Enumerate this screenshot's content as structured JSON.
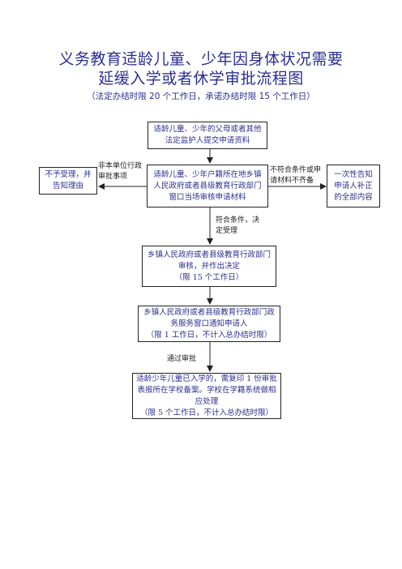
{
  "title": {
    "line1": "义务教育适龄儿童、少年因身体状况需要",
    "line2": "延缓入学或者休学审批流程图"
  },
  "subtitle": "（法定办结时限 20 个工作日，承诺办结时限 15 个工作日）",
  "boxes": {
    "apply": "适龄儿童、少年的父母或者其他法定监护人提交申请资料",
    "window_review": "适龄儿童、少年户籍所在地乡镇人民政府或者县级教育行政部门窗口当场审核申请材料",
    "reject": "不予受理，并告知理由",
    "supplement": "一次性告知申请人补正的全部内容",
    "approve_line1": "乡镇人民政府或者县级教育行政部门审核，并作出决定",
    "approve_line2": "（限 15 个工作日）",
    "notify_line1": "乡镇人民政府或者县级教育行政部门政务服务窗口通知申请人",
    "notify_line2": "（限 1 工作日，不计入总办结时限）",
    "school_line1": "适龄少年儿童已入学的，需复印 1 份审批表报所在学校备案。学校在学籍系统做相应处理",
    "school_line2": "（限 5 个工作日，不计入总办结时限）"
  },
  "labels": {
    "not_unit": "非本单位行政审批事项",
    "incomplete": "不符合条件或申请材料不齐备",
    "accepted": "符合条件，决定受理",
    "passed": "通过审批"
  }
}
